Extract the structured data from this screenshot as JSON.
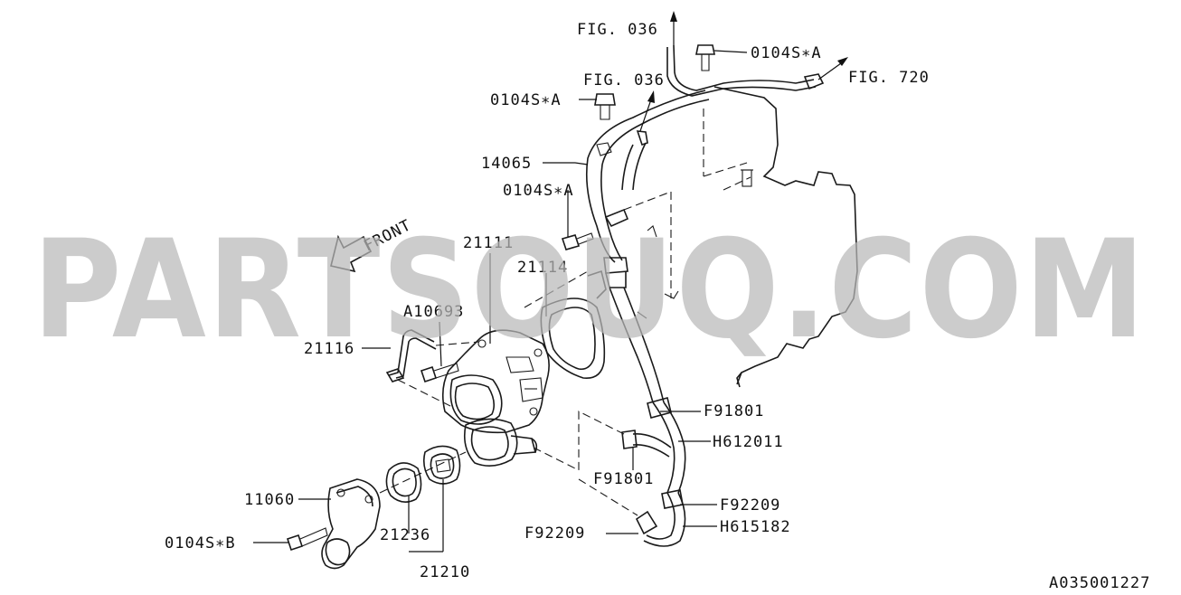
{
  "diagram": {
    "direction_label": "FRONT",
    "watermark": "PARTSOUQ.COM",
    "figure_id": "A035001227",
    "labels": {
      "fig036_top": "FIG. 036",
      "fig036_mid": "FIG. 036",
      "fig720": "FIG. 720",
      "bolt_a_top": "0104S∗A",
      "bolt_a_mid": "0104S∗A",
      "bolt_a_low": "0104S∗A",
      "bolt_b": "0104S∗B",
      "pipe_14065": "14065",
      "pump_21111": "21111",
      "gasket_21114": "21114",
      "bolt_a10693": "A10693",
      "pipe_21116": "21116",
      "cover_11060": "11060",
      "gasket_21236": "21236",
      "thermostat_21210": "21210",
      "clamp_f91801_upper": "F91801",
      "clamp_f91801_lower": "F91801",
      "hose_h612011": "H612011",
      "clamp_f92209_right": "F92209",
      "clamp_f92209_left": "F92209",
      "hose_h615182": "H615182"
    }
  }
}
